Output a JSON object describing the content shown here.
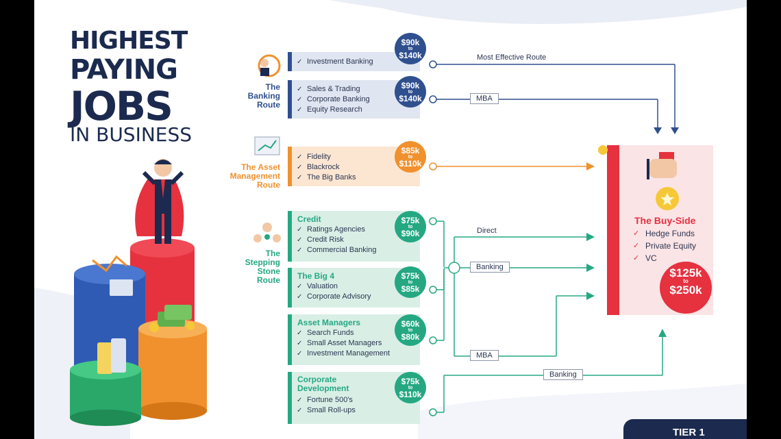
{
  "title": {
    "line1": "HIGHEST",
    "line2": "PAYING",
    "line3": "JOBS",
    "line4": "IN BUSINESS"
  },
  "routes": {
    "banking": {
      "label": [
        "The",
        "Banking",
        "Route"
      ],
      "color": "#2f4f8f"
    },
    "asset": {
      "label": [
        "The Asset",
        "Management",
        "Route"
      ],
      "color": "#f0912e"
    },
    "stepping": {
      "label": [
        "The",
        "Stepping",
        "Stone",
        "Route"
      ],
      "color": "#25a882"
    }
  },
  "boxes": {
    "ib": {
      "items": [
        "Investment Banking"
      ],
      "salary": {
        "low": "$90k",
        "to": "to",
        "high": "$140k"
      }
    },
    "st": {
      "items": [
        "Sales & Trading",
        "Corporate Banking",
        "Equity Research"
      ],
      "salary": {
        "low": "$90k",
        "to": "to",
        "high": "$140k"
      }
    },
    "am": {
      "items": [
        "Fidelity",
        "Blackrock",
        "The Big Banks"
      ],
      "salary": {
        "low": "$85k",
        "to": "to",
        "high": "$110k"
      }
    },
    "credit": {
      "header": "Credit",
      "items": [
        "Ratings Agencies",
        "Credit Risk",
        "Commercial Banking"
      ],
      "salary": {
        "low": "$75k",
        "to": "to",
        "high": "$90k"
      }
    },
    "big4": {
      "header": "The Big 4",
      "items": [
        "Valuation",
        "Corporate Advisory"
      ],
      "salary": {
        "low": "$75k",
        "to": "to",
        "high": "$85k"
      }
    },
    "assetmgr": {
      "header": "Asset Managers",
      "items": [
        "Search Funds",
        "Small Asset Managers",
        "Investment Management"
      ],
      "salary": {
        "low": "$60k",
        "to": "to",
        "high": "$80k"
      }
    },
    "corpdev": {
      "header": "Corporate Development",
      "header_lines": [
        "Corporate",
        "Development"
      ],
      "items": [
        "Fortune 500's",
        "Small Roll-ups"
      ],
      "salary": {
        "low": "$75k",
        "to": "to",
        "high": "$110k"
      }
    }
  },
  "paths": {
    "most_effective": "Most Effective Route",
    "mba1": "MBA",
    "direct": "Direct",
    "banking1": "Banking",
    "mba2": "MBA",
    "banking2": "Banking"
  },
  "buyside": {
    "title": "The Buy-Side",
    "items": [
      "Hedge Funds",
      "Private Equity",
      "VC"
    ],
    "salary": {
      "low": "$125k",
      "to": "to",
      "high": "$250k"
    }
  },
  "footer": {
    "brand": "TIER 1"
  },
  "colors": {
    "navy": "#1b2a4e",
    "blue": "#2f4f8f",
    "orange": "#f0912e",
    "green": "#25a882",
    "red": "#e6313f"
  }
}
